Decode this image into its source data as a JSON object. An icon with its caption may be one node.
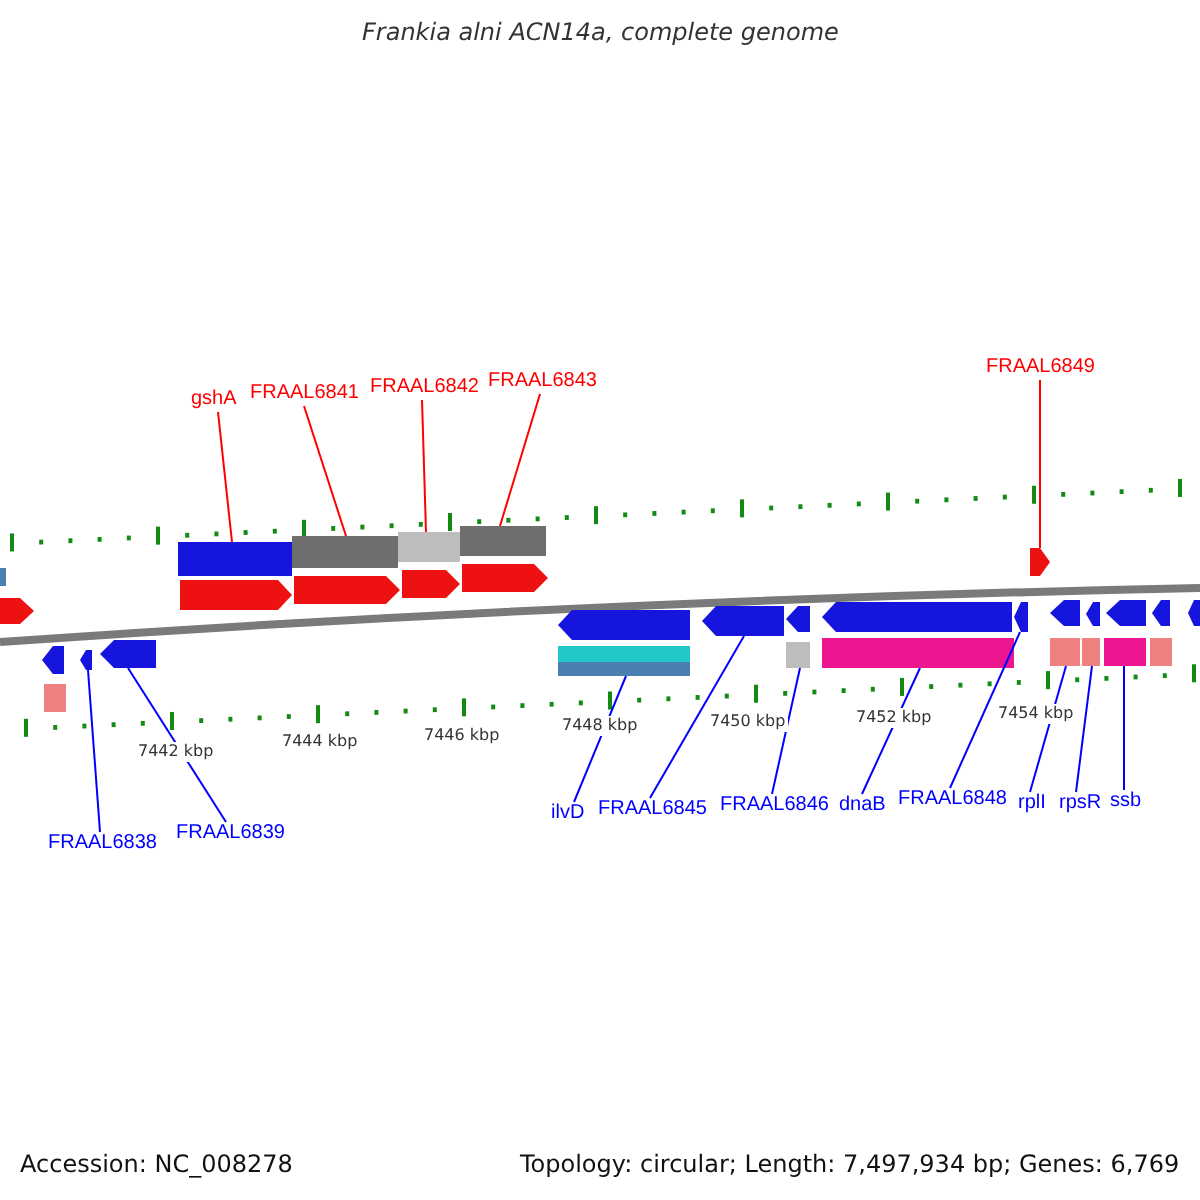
{
  "diagram": {
    "title": "Frankia alni ACN14a, complete genome",
    "nodes": [
      {
        "text": [
          "gshA"
        ]
      },
      {
        "text": [
          "FRAAL6841"
        ]
      },
      {
        "text": [
          "FRAAL6842"
        ]
      },
      {
        "text": [
          "FRAAL6843"
        ]
      },
      {
        "text": [
          "FRAAL6849"
        ]
      },
      {
        "text": [
          "FRAAL6838"
        ]
      },
      {
        "text": [
          "FRAAL6839"
        ]
      },
      {
        "text": [
          "ilvD"
        ]
      },
      {
        "text": [
          "FRAAL6845"
        ]
      },
      {
        "text": [
          "FRAAL6846"
        ]
      },
      {
        "text": [
          "dnaB"
        ]
      },
      {
        "text": [
          "FRAAL6848"
        ]
      },
      {
        "text": [
          "rplI"
        ]
      },
      {
        "text": [
          "rpsR"
        ]
      },
      {
        "text": [
          "ssb"
        ]
      },
      {
        "text": [],
        "shape": "arrow"
      },
      {
        "text": [],
        "shape": "arrow"
      },
      {
        "text": [],
        "shape": "arrow"
      },
      {
        "text": [],
        "shape": "arrow"
      },
      {
        "text": [],
        "shape": "arrow"
      },
      {
        "text": [],
        "shape": "arrow"
      },
      {
        "text": [],
        "shape": "arrow"
      },
      {
        "text": [],
        "shape": "arrow"
      },
      {
        "text": [],
        "shape": "arrow"
      },
      {
        "text": [],
        "shape": "arrow"
      },
      {
        "text": [],
        "shape": "arrow"
      },
      {
        "text": [],
        "shape": "arrow"
      },
      {
        "text": [],
        "shape": "arrow"
      },
      {
        "text": [],
        "shape": "arrow"
      },
      {
        "text": [],
        "shape": "arrow"
      },
      {
        "text": [],
        "shape": "arrow"
      },
      {
        "text": [],
        "shape": "arrow"
      },
      {
        "text": [],
        "shape": "arrow"
      },
      {
        "text": [],
        "shape": "arrow"
      }
    ],
    "edges": [
      {
        "from": 0,
        "to": 19,
        "arrow": "none",
        "color": "#ff0000"
      },
      {
        "from": 1,
        "to": 20,
        "arrow": "none",
        "color": "#ff0000"
      },
      {
        "from": 2,
        "to": 21,
        "arrow": "none",
        "color": "#ff0000"
      },
      {
        "from": 3,
        "to": 22,
        "arrow": "none",
        "color": "#ff0000"
      },
      {
        "from": 4,
        "to": 28,
        "arrow": "none",
        "color": "#ff0000"
      },
      {
        "from": 5,
        "to": 17,
        "arrow": "none"
      },
      {
        "from": 6,
        "to": 18,
        "arrow": "none"
      },
      {
        "from": 7,
        "to": 23,
        "arrow": "none"
      },
      {
        "from": 8,
        "to": 24,
        "arrow": "none"
      },
      {
        "from": 9,
        "to": 25,
        "arrow": "none"
      },
      {
        "from": 10,
        "to": 26,
        "arrow": "none"
      },
      {
        "from": 11,
        "to": 27,
        "arrow": "none"
      },
      {
        "from": 12,
        "to": 29,
        "arrow": "none"
      },
      {
        "from": 13,
        "to": 30,
        "arrow": "none"
      },
      {
        "from": 14,
        "to": 31,
        "arrow": "none"
      }
    ],
    "labels": [
      "7442 kbp",
      "7444 kbp",
      "7446 kbp",
      "7448 kbp",
      "7450 kbp",
      "7452 kbp",
      "7454 kbp",
      "Accession: NC_008278",
      "Topology: circular; Length: 7,497,934 bp; Genes: 6,769"
    ]
  }
}
